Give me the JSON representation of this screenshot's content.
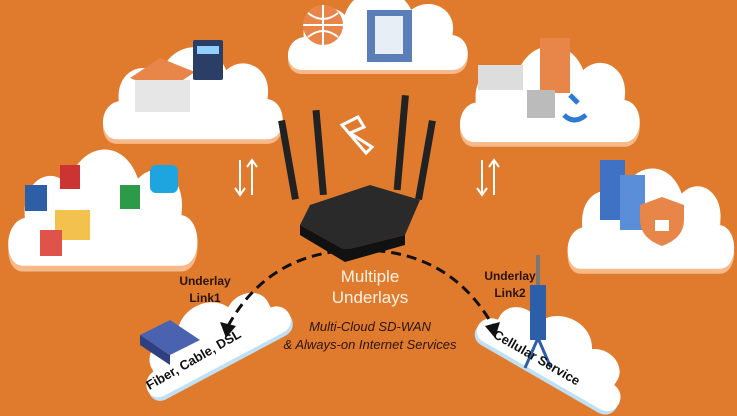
{
  "center": {
    "title_line1": "Multiple",
    "title_line2": "Underlays",
    "subtitle_line1": "Multi-Cloud SD-WAN",
    "subtitle_line2": "& Always-on Internet Services"
  },
  "links": [
    {
      "line1": "Underlay",
      "line2": "Link1",
      "cloud_label": "Fiber, Cable, DSL"
    },
    {
      "line1": "Underlay",
      "line2": "Link2",
      "cloud_label": "Cellular Service"
    }
  ],
  "colors": {
    "background": "#E07B2E",
    "cloud": "#FFFFFF",
    "cloud_edge_orange": "#F2B07A",
    "cloud_edge_blue": "#BFE0F5",
    "arrow": "#111111"
  }
}
